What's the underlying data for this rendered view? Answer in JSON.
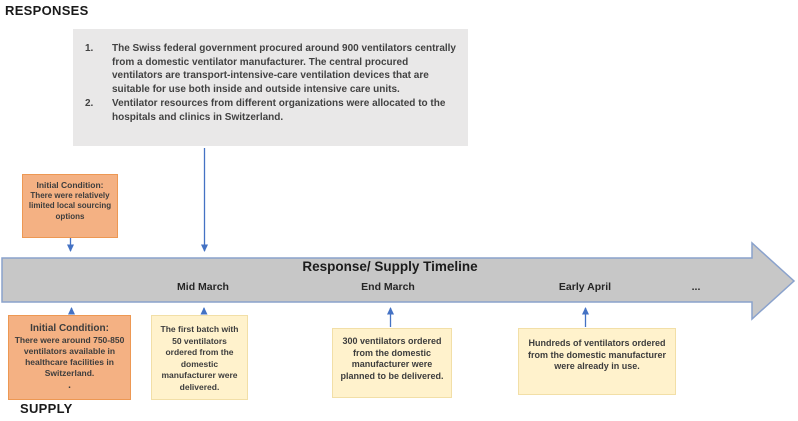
{
  "sections": {
    "responses_label": "RESPONSES",
    "supply_label": "SUPPLY"
  },
  "responses_box": {
    "items": [
      {
        "num": "1.",
        "text": "The Swiss federal government procured around 900 ventilators centrally from a domestic ventilator manufacturer. The central procured ventilators are transport-intensive-care ventilation devices that are suitable for use both inside and outside intensive care units."
      },
      {
        "num": "2.",
        "text": "Ventilator resources from different organizations were allocated to the hospitals and clinics in Switzerland."
      }
    ]
  },
  "response_initial_condition": {
    "title": "Initial Condition:",
    "body": "There were relatively limited local sourcing options"
  },
  "timeline": {
    "title": "Response/ Supply Timeline",
    "milestones": [
      "Mid March",
      "End March",
      "Early April",
      "..."
    ]
  },
  "supply_initial_condition": {
    "title": "Initial Condition:",
    "body": "There were around 750-850 ventilators available in healthcare facilities in Switzerland.",
    "trailing_dot": "."
  },
  "supply_events": [
    {
      "text": "The first batch with 50 ventilators ordered from the domestic manufacturer were delivered."
    },
    {
      "text": "300 ventilators ordered from the domestic manufacturer were planned to be delivered."
    },
    {
      "text": "Hundreds of ventilators ordered from the domestic manufacturer were already in use."
    }
  ],
  "colors": {
    "orange_fill": "#F4B183",
    "orange_border": "#ED9853",
    "yellow_fill": "#FFF2CC",
    "yellow_border": "#F2DFA7",
    "responses_box_fill": "#E9E8E8",
    "timeline_arrow_fill": "#C7C7C7",
    "timeline_arrow_border": "#8AA2CC",
    "connector_blue": "#4472C4",
    "text_dark": "#3F3F3F"
  }
}
